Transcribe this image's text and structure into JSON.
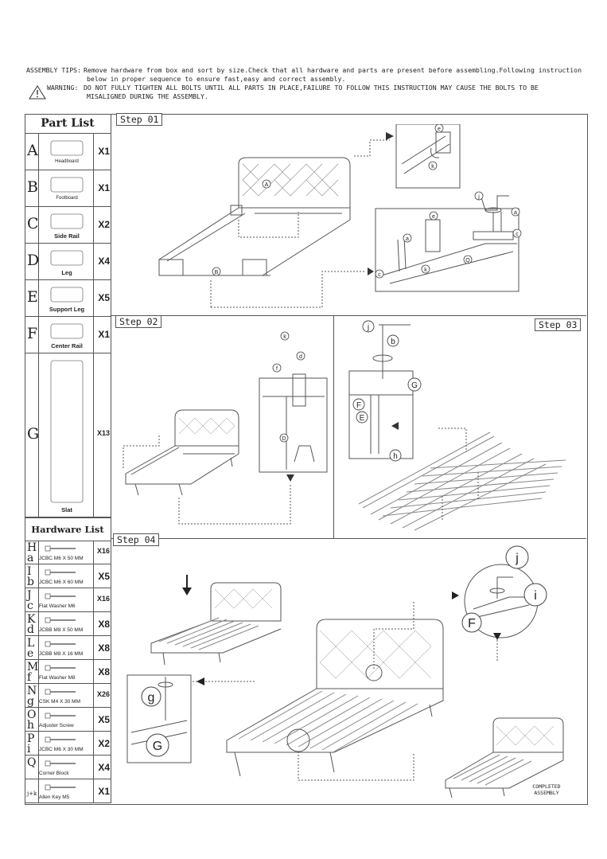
{
  "tips": {
    "tips_label": "ASSEMBLY TIPS:",
    "tips_line1": "Remove hardware from box and sort by size.Check that all hardware and parts are present before assembling.Following instruction",
    "tips_line2": "below in proper sequence to ensure fast,easy and correct assembly.",
    "warn_label": "WARNING:",
    "warn_line1": "DO NOT FULLY TIGHTEN ALL BOLTS UNTIL ALL PARTS IN PLACE,FAILURE TO FOLLOW THIS INSTRUCTION MAY CAUSE THE BOLTS TO BE",
    "warn_line2": "MISALIGNED DURING THE ASSEMBLY."
  },
  "part_list_title": "Part List",
  "hardware_list_title": "Hardware List",
  "parts": [
    {
      "letter": "A",
      "name": "Headboard",
      "qty": "X1"
    },
    {
      "letter": "B",
      "name": "Footboard",
      "qty": "X1"
    },
    {
      "letter": "C",
      "name": "Side Rail",
      "qty": "X2"
    },
    {
      "letter": "D",
      "name": "Leg",
      "qty": "X4"
    },
    {
      "letter": "E",
      "name": "Support Leg",
      "qty": "X5"
    },
    {
      "letter": "F",
      "name": "Center Rail",
      "qty": "X1"
    },
    {
      "letter": "G",
      "name": "Slat",
      "qty": "X13"
    }
  ],
  "hardware": [
    {
      "upper": "H",
      "lower": "a",
      "name": "JCBC M6 X 50 MM",
      "qty": "X16"
    },
    {
      "upper": "I",
      "lower": "b",
      "name": "JCBC M6 X 60 MM",
      "qty": "X5"
    },
    {
      "upper": "J",
      "lower": "c",
      "name": "Flat Washer M6",
      "qty": "X16"
    },
    {
      "upper": "K",
      "lower": "d",
      "name": "JCBB M8 X 50 MM",
      "qty": "X8"
    },
    {
      "upper": "L",
      "lower": "e",
      "name": "JCBB M8 X 16 MM",
      "qty": "X8"
    },
    {
      "upper": "M",
      "lower": "f",
      "name": "Flat Washer M8",
      "qty": "X8"
    },
    {
      "upper": "N",
      "lower": "g",
      "name": "CSK M4 X 30 MM",
      "qty": "X26"
    },
    {
      "upper": "O",
      "lower": "h",
      "name": "Adjuster Screw",
      "qty": "X5"
    },
    {
      "upper": "P",
      "lower": "i",
      "name": "JCBC M6 X 30 MM",
      "qty": "X2"
    },
    {
      "upper": "Q",
      "lower": "",
      "name": "Corner Block",
      "qty": "X4"
    },
    {
      "upper": "j+k",
      "lower": "",
      "name": "Allen Key M5",
      "qty": "X1"
    }
  ],
  "steps": {
    "step1": "Step 01",
    "step2": "Step 02",
    "step3": "Step 03",
    "step4": "Step 04"
  },
  "callouts": {
    "a": "a",
    "b": "b",
    "c": "c",
    "d": "d",
    "e": "e",
    "f": "f",
    "g": "g",
    "h": "h",
    "i": "i",
    "j": "j",
    "k": "k",
    "q": "Q",
    "A": "A",
    "B": "B",
    "D": "D",
    "E": "E",
    "F": "F",
    "G": "G"
  },
  "completed_line1": "COMPLETED",
  "completed_line2": "ASSEMBLY"
}
